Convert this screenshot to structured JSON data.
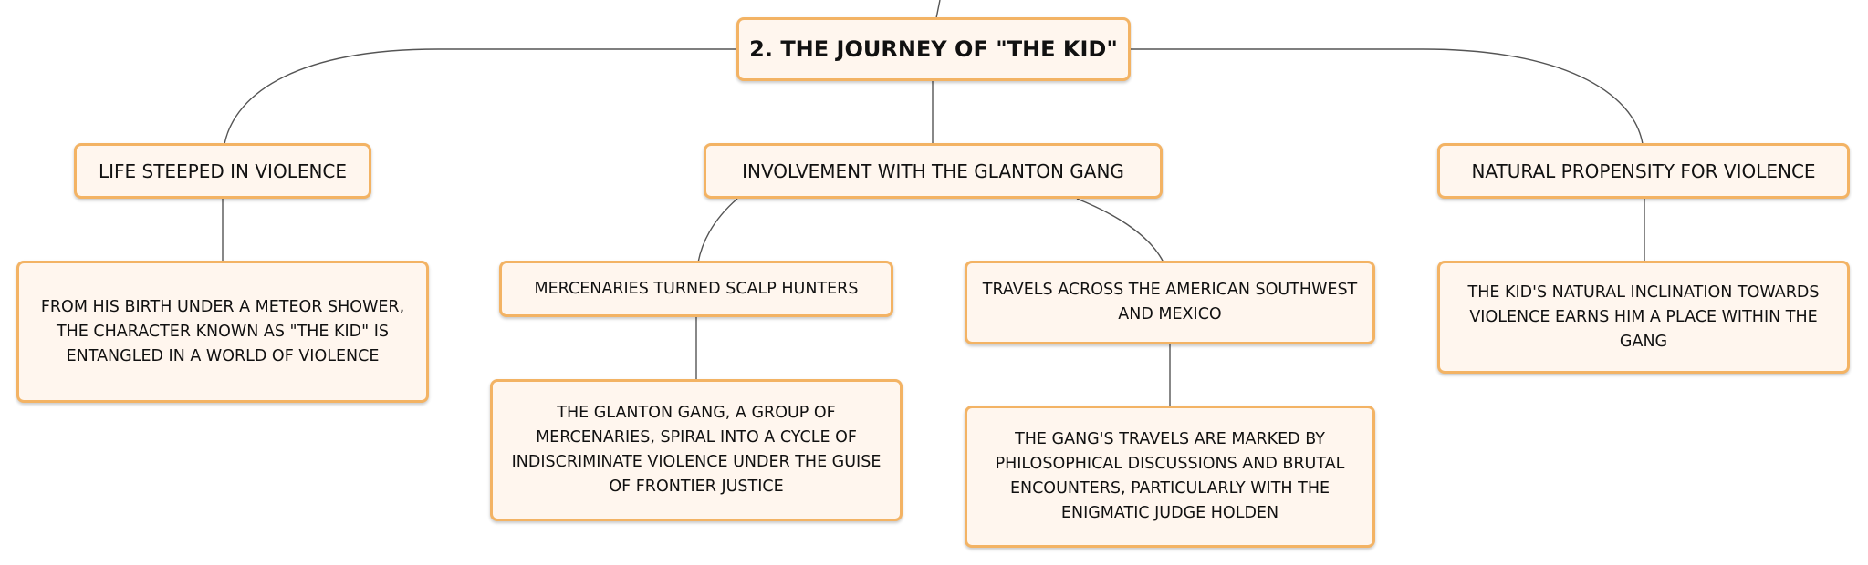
{
  "root": {
    "label": "2. THE JOURNEY OF \"THE KID\""
  },
  "branches": [
    {
      "label": "LIFE STEEPED IN VIOLENCE",
      "children": [
        {
          "label": "FROM HIS BIRTH UNDER A METEOR SHOWER, THE CHARACTER KNOWN AS \"THE KID\" IS ENTANGLED IN A WORLD OF VIOLENCE"
        }
      ]
    },
    {
      "label": "INVOLVEMENT WITH THE GLANTON GANG",
      "children": [
        {
          "label": "MERCENARIES TURNED SCALP HUNTERS",
          "children": [
            {
              "label": "THE GLANTON GANG, A GROUP OF MERCENARIES, SPIRAL INTO A CYCLE OF INDISCRIMINATE VIOLENCE UNDER THE GUISE OF FRONTIER JUSTICE"
            }
          ]
        },
        {
          "label": "TRAVELS ACROSS THE AMERICAN SOUTHWEST AND MEXICO",
          "children": [
            {
              "label": "THE GANG'S TRAVELS ARE MARKED BY PHILOSOPHICAL DISCUSSIONS AND BRUTAL ENCOUNTERS, PARTICULARLY WITH THE ENIGMATIC JUDGE HOLDEN"
            }
          ]
        }
      ]
    },
    {
      "label": "NATURAL PROPENSITY FOR VIOLENCE",
      "children": [
        {
          "label": "THE KID'S NATURAL INCLINATION TOWARDS VIOLENCE EARNS HIM A PLACE WITHIN THE GANG"
        }
      ]
    }
  ]
}
